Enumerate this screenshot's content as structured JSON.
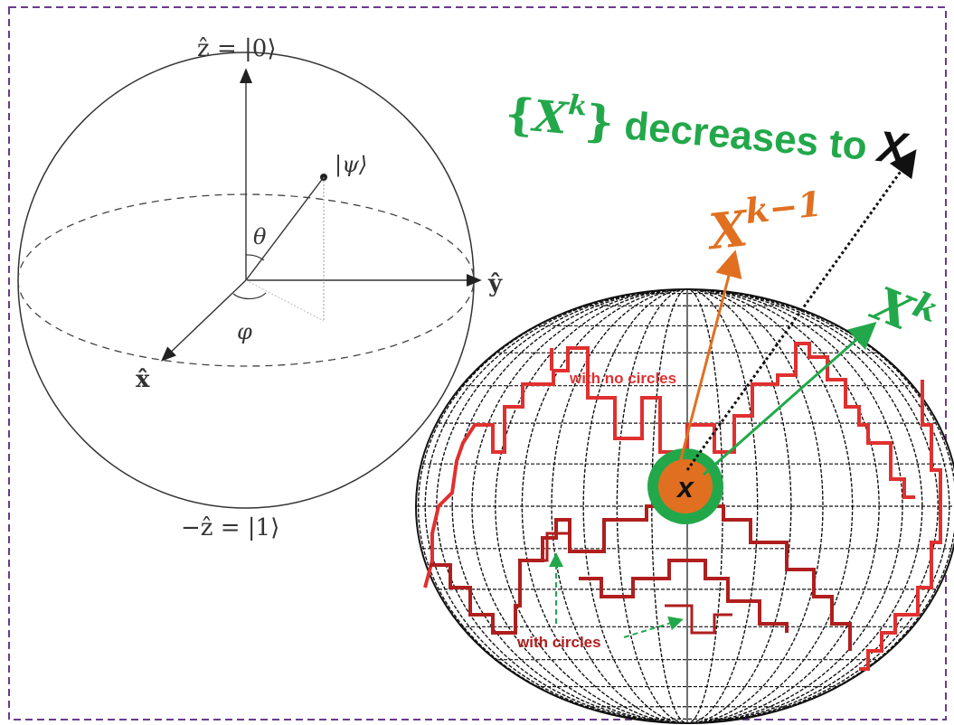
{
  "bloch": {
    "z_top_label": "ẑ = |0⟩",
    "z_bottom_label": "−ẑ = |1⟩",
    "y_label": "ŷ",
    "x_label": "x̂",
    "psi_label": "|ψ⟩",
    "theta_label": "θ",
    "phi_label": "φ"
  },
  "title": {
    "set_open": "{",
    "set_var": "X",
    "set_sup": "k",
    "set_close": "}",
    "text": " decreases to ",
    "target": "X"
  },
  "labels": {
    "prev_base": "X",
    "prev_sup": "k−1",
    "curr_base": "X",
    "curr_sup": "k",
    "center": "x",
    "no_circles": "with no circles",
    "with_circles": "with circles"
  },
  "colors": {
    "border": "#6b3a8c",
    "orange": "#e07020",
    "green": "#22a84a",
    "red": "#e03030",
    "darkred": "#b01e1e",
    "black": "#111111"
  }
}
